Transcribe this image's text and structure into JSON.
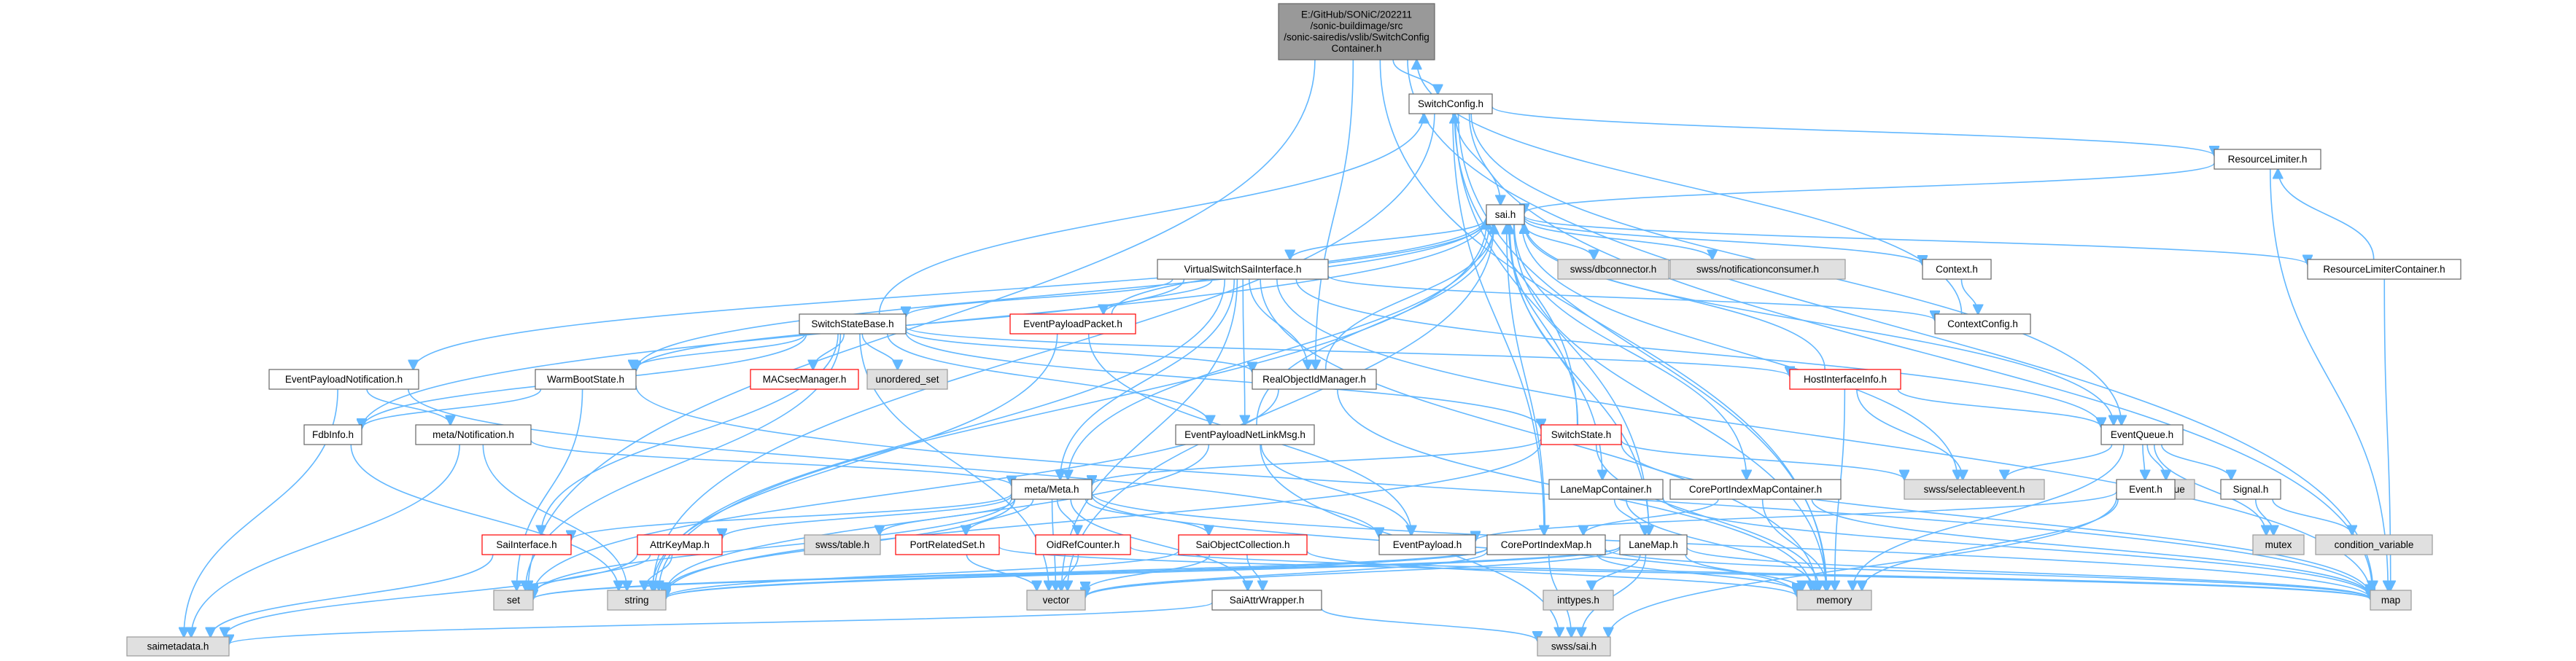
{
  "colors": {
    "root_fill": "#999999",
    "normal_fill": "#ffffff",
    "normal_border": "#666666",
    "external_fill": "#e0e0e0",
    "external_border": "#999999",
    "highlight_border": "#ff0000",
    "edge": "#63B8FF",
    "text": "#000000"
  },
  "nodes": [
    {
      "id": "root",
      "lines": [
        "E:/GitHub/SONiC/202211",
        "/sonic-buildimage/src",
        "/sonic-sairedis/vslib/SwitchConfig",
        "Container.h"
      ],
      "style": "root"
    },
    {
      "id": "switchconfig",
      "lines": [
        "SwitchConfig.h"
      ],
      "style": "normal"
    },
    {
      "id": "resourcelimiter",
      "lines": [
        "ResourceLimiter.h"
      ],
      "style": "normal"
    },
    {
      "id": "sai",
      "lines": [
        "sai.h"
      ],
      "style": "normal"
    },
    {
      "id": "swss_dbconnector",
      "lines": [
        "swss/dbconnector.h"
      ],
      "style": "external"
    },
    {
      "id": "swss_notificationconsumer",
      "lines": [
        "swss/notificationconsumer.h"
      ],
      "style": "external"
    },
    {
      "id": "context",
      "lines": [
        "Context.h"
      ],
      "style": "normal"
    },
    {
      "id": "resourcelimitercontainer",
      "lines": [
        "ResourceLimiterContainer.h"
      ],
      "style": "normal"
    },
    {
      "id": "virtualswitchsaiinterface",
      "lines": [
        "VirtualSwitchSaiInterface.h"
      ],
      "style": "normal"
    },
    {
      "id": "switchstatebase",
      "lines": [
        "SwitchStateBase.h"
      ],
      "style": "normal"
    },
    {
      "id": "eventpayloadpacket",
      "lines": [
        "EventPayloadPacket.h"
      ],
      "style": "highlight"
    },
    {
      "id": "contextconfig",
      "lines": [
        "ContextConfig.h"
      ],
      "style": "normal"
    },
    {
      "id": "eventpayloadnotification",
      "lines": [
        "EventPayloadNotification.h"
      ],
      "style": "normal"
    },
    {
      "id": "warmbootstate",
      "lines": [
        "WarmBootState.h"
      ],
      "style": "normal"
    },
    {
      "id": "macsecmanager",
      "lines": [
        "MACsecManager.h"
      ],
      "style": "highlight"
    },
    {
      "id": "unordered_set",
      "lines": [
        "unordered_set"
      ],
      "style": "external"
    },
    {
      "id": "realobjectidmanager",
      "lines": [
        "RealObjectIdManager.h"
      ],
      "style": "normal"
    },
    {
      "id": "hostinterfaceinfo",
      "lines": [
        "HostInterfaceInfo.h"
      ],
      "style": "highlight"
    },
    {
      "id": "fdbinfo",
      "lines": [
        "FdbInfo.h"
      ],
      "style": "normal"
    },
    {
      "id": "meta_notification",
      "lines": [
        "meta/Notification.h"
      ],
      "style": "normal"
    },
    {
      "id": "eventpayloadnetlinkmsg",
      "lines": [
        "EventPayloadNetLinkMsg.h"
      ],
      "style": "normal"
    },
    {
      "id": "switchstate",
      "lines": [
        "SwitchState.h"
      ],
      "style": "highlight"
    },
    {
      "id": "eventqueue",
      "lines": [
        "EventQueue.h"
      ],
      "style": "normal"
    },
    {
      "id": "lanemapcontainer",
      "lines": [
        "LaneMapContainer.h"
      ],
      "style": "normal"
    },
    {
      "id": "coreportindexmapcontainer",
      "lines": [
        "CorePortIndexMapContainer.h"
      ],
      "style": "normal"
    },
    {
      "id": "swss_selectableevent",
      "lines": [
        "swss/selectableevent.h"
      ],
      "style": "external"
    },
    {
      "id": "deque",
      "lines": [
        "deque"
      ],
      "style": "external"
    },
    {
      "id": "event",
      "lines": [
        "Event.h"
      ],
      "style": "normal"
    },
    {
      "id": "signal",
      "lines": [
        "Signal.h"
      ],
      "style": "normal"
    },
    {
      "id": "meta_meta",
      "lines": [
        "meta/Meta.h"
      ],
      "style": "normal"
    },
    {
      "id": "saiinterface",
      "lines": [
        "SaiInterface.h"
      ],
      "style": "highlight"
    },
    {
      "id": "attrkeymap",
      "lines": [
        "AttrKeyMap.h"
      ],
      "style": "highlight"
    },
    {
      "id": "swss_table",
      "lines": [
        "swss/table.h"
      ],
      "style": "external"
    },
    {
      "id": "portrelatedset",
      "lines": [
        "PortRelatedSet.h"
      ],
      "style": "highlight"
    },
    {
      "id": "oidrefcounter",
      "lines": [
        "OidRefCounter.h"
      ],
      "style": "highlight"
    },
    {
      "id": "saiobjectcollection",
      "lines": [
        "SaiObjectCollection.h"
      ],
      "style": "highlight"
    },
    {
      "id": "eventpayload",
      "lines": [
        "EventPayload.h"
      ],
      "style": "normal"
    },
    {
      "id": "coreportindexmap",
      "lines": [
        "CorePortIndexMap.h"
      ],
      "style": "normal"
    },
    {
      "id": "lanemap",
      "lines": [
        "LaneMap.h"
      ],
      "style": "normal"
    },
    {
      "id": "mutex",
      "lines": [
        "mutex"
      ],
      "style": "external"
    },
    {
      "id": "condition_variable",
      "lines": [
        "condition_variable"
      ],
      "style": "external"
    },
    {
      "id": "set",
      "lines": [
        "set"
      ],
      "style": "external"
    },
    {
      "id": "string",
      "lines": [
        "string"
      ],
      "style": "external"
    },
    {
      "id": "vector",
      "lines": [
        "vector"
      ],
      "style": "external"
    },
    {
      "id": "inttypes",
      "lines": [
        "inttypes.h"
      ],
      "style": "external"
    },
    {
      "id": "memory",
      "lines": [
        "memory"
      ],
      "style": "external"
    },
    {
      "id": "map",
      "lines": [
        "map"
      ],
      "style": "external"
    },
    {
      "id": "saiattrwrapper",
      "lines": [
        "SaiAttrWrapper.h"
      ],
      "style": "normal"
    },
    {
      "id": "saimetadata",
      "lines": [
        "saimetadata.h"
      ],
      "style": "external"
    },
    {
      "id": "swss_sai",
      "lines": [
        "swss/sai.h"
      ],
      "style": "external"
    }
  ],
  "edges": [
    [
      "root",
      "switchconfig"
    ],
    [
      "root",
      "set"
    ],
    [
      "root",
      "map"
    ],
    [
      "root",
      "memory"
    ],
    [
      "root",
      "realobjectidmanager"
    ],
    [
      "switchconfig",
      "sai"
    ],
    [
      "switchconfig",
      "resourcelimiter"
    ],
    [
      "switchconfig",
      "eventqueue"
    ],
    [
      "switchconfig",
      "string"
    ],
    [
      "switchconfig",
      "memory"
    ],
    [
      "switchconfig",
      "map"
    ],
    [
      "switchconfig",
      "coreportindexmap"
    ],
    [
      "switchconfig",
      "lanemap"
    ],
    [
      "resourcelimiter",
      "sai"
    ],
    [
      "resourcelimiter",
      "map"
    ],
    [
      "sai",
      "swss_dbconnector"
    ],
    [
      "sai",
      "swss_notificationconsumer"
    ],
    [
      "sai",
      "context"
    ],
    [
      "sai",
      "resourcelimitercontainer"
    ],
    [
      "sai",
      "virtualswitchsaiinterface"
    ],
    [
      "sai",
      "eventpayloadnotification"
    ],
    [
      "sai",
      "warmbootstate"
    ],
    [
      "sai",
      "meta_meta"
    ],
    [
      "sai",
      "eventqueue"
    ],
    [
      "sai",
      "swss_selectableevent"
    ],
    [
      "sai",
      "string"
    ],
    [
      "sai",
      "vector"
    ],
    [
      "sai",
      "memory"
    ],
    [
      "sai",
      "lanemapcontainer"
    ],
    [
      "sai",
      "coreportindexmapcontainer"
    ],
    [
      "context",
      "contextconfig"
    ],
    [
      "contextconfig",
      "root"
    ],
    [
      "resourcelimitercontainer",
      "resourcelimiter"
    ],
    [
      "resourcelimitercontainer",
      "map"
    ],
    [
      "virtualswitchsaiinterface",
      "switchstatebase"
    ],
    [
      "virtualswitchsaiinterface",
      "eventpayloadpacket"
    ],
    [
      "virtualswitchsaiinterface",
      "realobjectidmanager"
    ],
    [
      "virtualswitchsaiinterface",
      "contextconfig"
    ],
    [
      "virtualswitchsaiinterface",
      "meta_meta"
    ],
    [
      "virtualswitchsaiinterface",
      "eventpayloadnetlinkmsg"
    ],
    [
      "virtualswitchsaiinterface",
      "warmbootstate"
    ],
    [
      "virtualswitchsaiinterface",
      "eventqueue"
    ],
    [
      "virtualswitchsaiinterface",
      "string"
    ],
    [
      "virtualswitchsaiinterface",
      "vector"
    ],
    [
      "virtualswitchsaiinterface",
      "memory"
    ],
    [
      "virtualswitchsaiinterface",
      "map"
    ],
    [
      "switchstatebase",
      "switchconfig"
    ],
    [
      "switchstatebase",
      "warmbootstate"
    ],
    [
      "switchstatebase",
      "macsecmanager"
    ],
    [
      "switchstatebase",
      "unordered_set"
    ],
    [
      "switchstatebase",
      "realobjectidmanager"
    ],
    [
      "switchstatebase",
      "hostinterfaceinfo"
    ],
    [
      "switchstatebase",
      "switchstate"
    ],
    [
      "switchstatebase",
      "fdbinfo"
    ],
    [
      "switchstatebase",
      "saiinterface"
    ],
    [
      "switchstatebase",
      "set"
    ],
    [
      "switchstatebase",
      "vector"
    ],
    [
      "switchstatebase",
      "eventpayloadnetlinkmsg"
    ],
    [
      "eventpayloadpacket",
      "sai"
    ],
    [
      "eventpayloadpacket",
      "eventpayload"
    ],
    [
      "eventpayloadpacket",
      "string"
    ],
    [
      "eventpayloadnotification",
      "meta_notification"
    ],
    [
      "eventpayloadnotification",
      "eventpayload"
    ],
    [
      "eventpayloadnotification",
      "saimetadata"
    ],
    [
      "warmbootstate",
      "fdbinfo"
    ],
    [
      "warmbootstate",
      "set"
    ],
    [
      "warmbootstate",
      "map"
    ],
    [
      "realobjectidmanager",
      "sai"
    ],
    [
      "realobjectidmanager",
      "memory"
    ],
    [
      "realobjectidmanager",
      "set"
    ],
    [
      "hostinterfaceinfo",
      "sai"
    ],
    [
      "hostinterfaceinfo",
      "eventqueue"
    ],
    [
      "hostinterfaceinfo",
      "swss_selectableevent"
    ],
    [
      "hostinterfaceinfo",
      "memory"
    ],
    [
      "fdbinfo",
      "sai"
    ],
    [
      "fdbinfo",
      "string"
    ],
    [
      "meta_notification",
      "meta_meta"
    ],
    [
      "meta_notification",
      "string"
    ],
    [
      "meta_notification",
      "saimetadata"
    ],
    [
      "eventpayloadnetlinkmsg",
      "sai"
    ],
    [
      "eventpayloadnetlinkmsg",
      "eventpayload"
    ],
    [
      "eventpayloadnetlinkmsg",
      "swss_sai"
    ],
    [
      "eventpayloadnetlinkmsg",
      "string"
    ],
    [
      "switchstate",
      "sai"
    ],
    [
      "switchstate",
      "switchconfig"
    ],
    [
      "switchstate",
      "meta_meta"
    ],
    [
      "switchstate",
      "swss_selectableevent"
    ],
    [
      "switchstate",
      "string"
    ],
    [
      "switchstate",
      "map"
    ],
    [
      "switchstate",
      "memory"
    ],
    [
      "eventqueue",
      "deque"
    ],
    [
      "eventqueue",
      "event"
    ],
    [
      "eventqueue",
      "signal"
    ],
    [
      "eventqueue",
      "mutex"
    ],
    [
      "eventqueue",
      "swss_selectableevent"
    ],
    [
      "eventqueue",
      "memory"
    ],
    [
      "lanemapcontainer",
      "lanemap"
    ],
    [
      "lanemapcontainer",
      "memory"
    ],
    [
      "lanemapcontainer",
      "map"
    ],
    [
      "coreportindexmapcontainer",
      "coreportindexmap"
    ],
    [
      "coreportindexmapcontainer",
      "memory"
    ],
    [
      "coreportindexmapcontainer",
      "map"
    ],
    [
      "event",
      "eventpayload"
    ],
    [
      "event",
      "memory"
    ],
    [
      "event",
      "swss_sai"
    ],
    [
      "signal",
      "mutex"
    ],
    [
      "signal",
      "condition_variable"
    ],
    [
      "meta_meta",
      "saiinterface"
    ],
    [
      "meta_meta",
      "attrkeymap"
    ],
    [
      "meta_meta",
      "swss_table"
    ],
    [
      "meta_meta",
      "portrelatedset"
    ],
    [
      "meta_meta",
      "oidrefcounter"
    ],
    [
      "meta_meta",
      "saiobjectcollection"
    ],
    [
      "meta_meta",
      "saiattrwrapper"
    ],
    [
      "meta_meta",
      "string"
    ],
    [
      "meta_meta",
      "vector"
    ],
    [
      "meta_meta",
      "memory"
    ],
    [
      "meta_meta",
      "map"
    ],
    [
      "meta_meta",
      "set"
    ],
    [
      "saiinterface",
      "saimetadata"
    ],
    [
      "attrkeymap",
      "string"
    ],
    [
      "attrkeymap",
      "set"
    ],
    [
      "attrkeymap",
      "saimetadata"
    ],
    [
      "portrelatedset",
      "vector"
    ],
    [
      "portrelatedset",
      "map"
    ],
    [
      "oidrefcounter",
      "vector"
    ],
    [
      "oidrefcounter",
      "map"
    ],
    [
      "saiobjectcollection",
      "saiattrwrapper"
    ],
    [
      "saiobjectcollection",
      "vector"
    ],
    [
      "saiobjectcollection",
      "memory"
    ],
    [
      "saiobjectcollection",
      "string"
    ],
    [
      "saiattrwrapper",
      "saimetadata"
    ],
    [
      "saiattrwrapper",
      "swss_sai"
    ],
    [
      "coreportindexmap",
      "sai"
    ],
    [
      "coreportindexmap",
      "string"
    ],
    [
      "coreportindexmap",
      "vector"
    ],
    [
      "coreportindexmap",
      "memory"
    ],
    [
      "coreportindexmap",
      "map"
    ],
    [
      "coreportindexmap",
      "set"
    ],
    [
      "coreportindexmap",
      "swss_sai"
    ],
    [
      "lanemap",
      "sai"
    ],
    [
      "lanemap",
      "string"
    ],
    [
      "lanemap",
      "vector"
    ],
    [
      "lanemap",
      "memory"
    ],
    [
      "lanemap",
      "map"
    ],
    [
      "lanemap",
      "inttypes"
    ],
    [
      "lanemap",
      "swss_sai"
    ],
    [
      "lanemap",
      "set"
    ]
  ]
}
